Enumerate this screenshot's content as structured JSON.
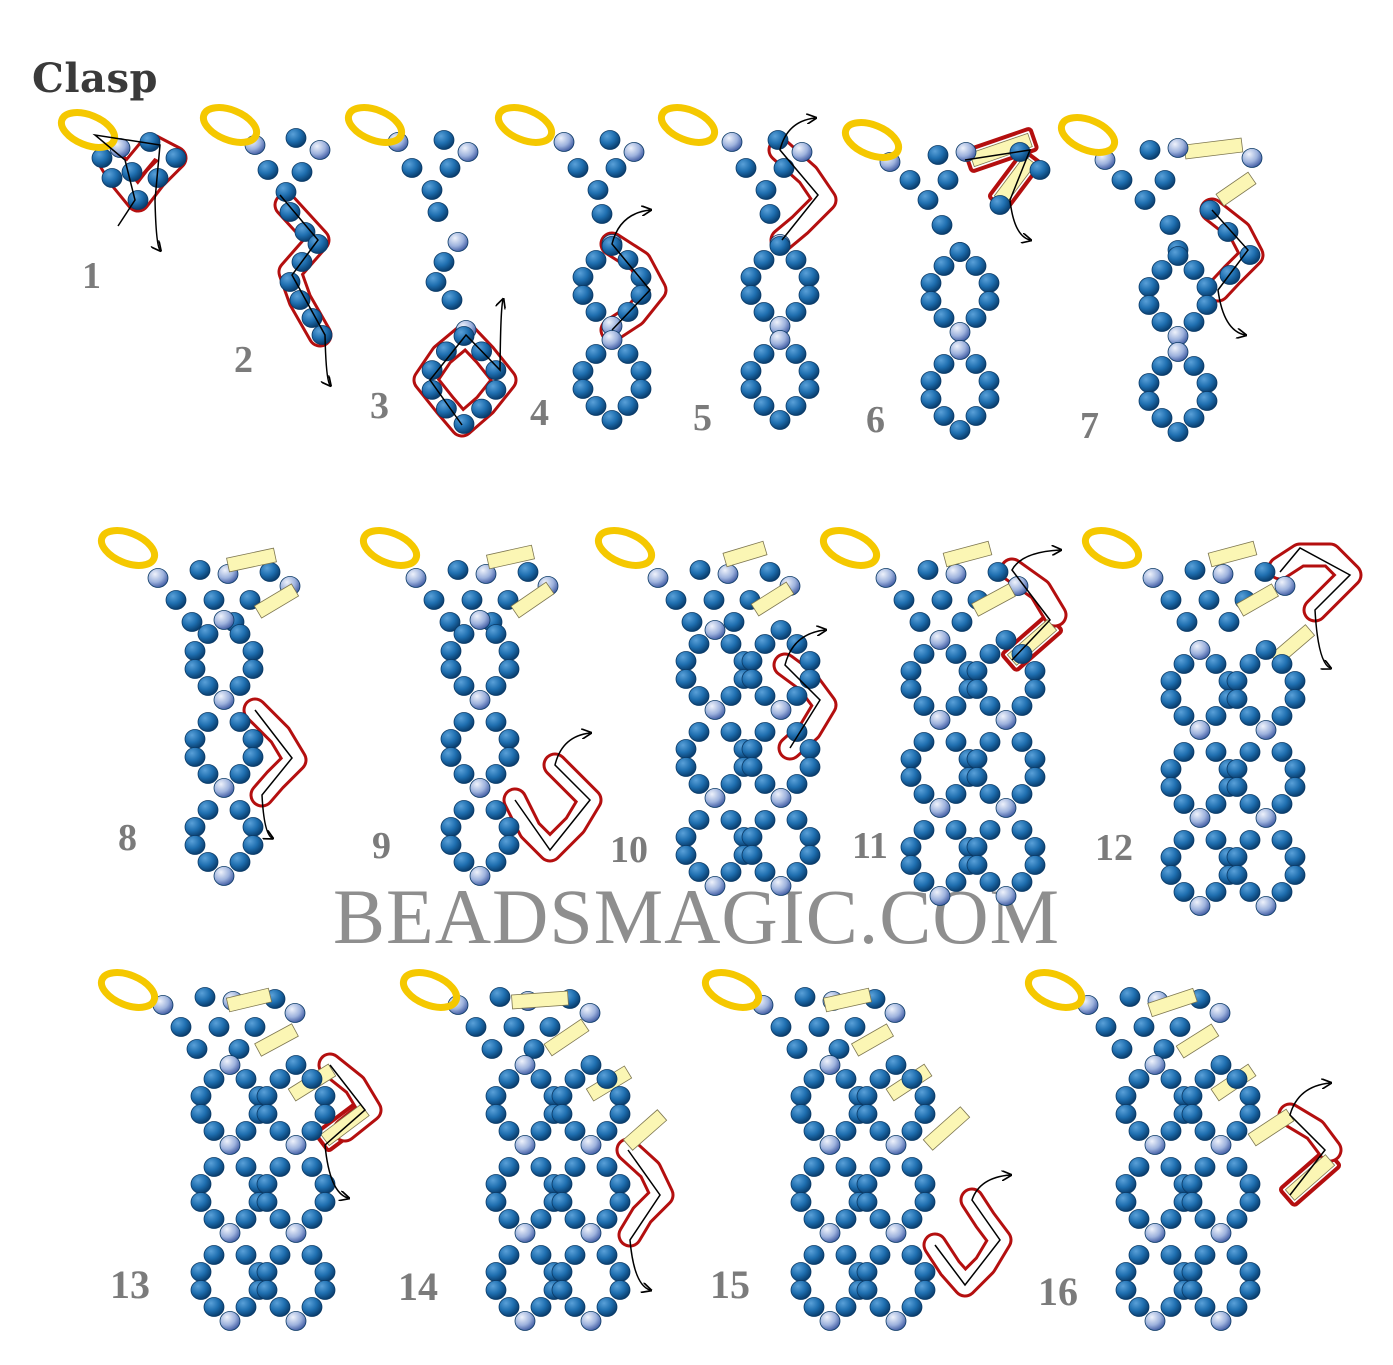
{
  "title": "Clasp",
  "watermark": "BEADSMAGIC.COM",
  "colors": {
    "bead_dark": "#0d4f85",
    "bead_mid": "#1f6fb0",
    "bead_light": "#8fa8d8",
    "clasp_ring": "#f5c800",
    "bugle": "#fbf6b4",
    "thread_highlight": "#b40f0f",
    "thread": "#000000"
  },
  "steps": [
    {
      "label": "1"
    },
    {
      "label": "2"
    },
    {
      "label": "3"
    },
    {
      "label": "4"
    },
    {
      "label": "5"
    },
    {
      "label": "6"
    },
    {
      "label": "7"
    },
    {
      "label": "8"
    },
    {
      "label": "9"
    },
    {
      "label": "10"
    },
    {
      "label": "11"
    },
    {
      "label": "12"
    },
    {
      "label": "13"
    },
    {
      "label": "14"
    },
    {
      "label": "15"
    },
    {
      "label": "16"
    }
  ],
  "icons": [
    "clasp-ring-icon",
    "seed-bead-icon",
    "bugle-bead-icon",
    "thread-arrow-icon"
  ]
}
